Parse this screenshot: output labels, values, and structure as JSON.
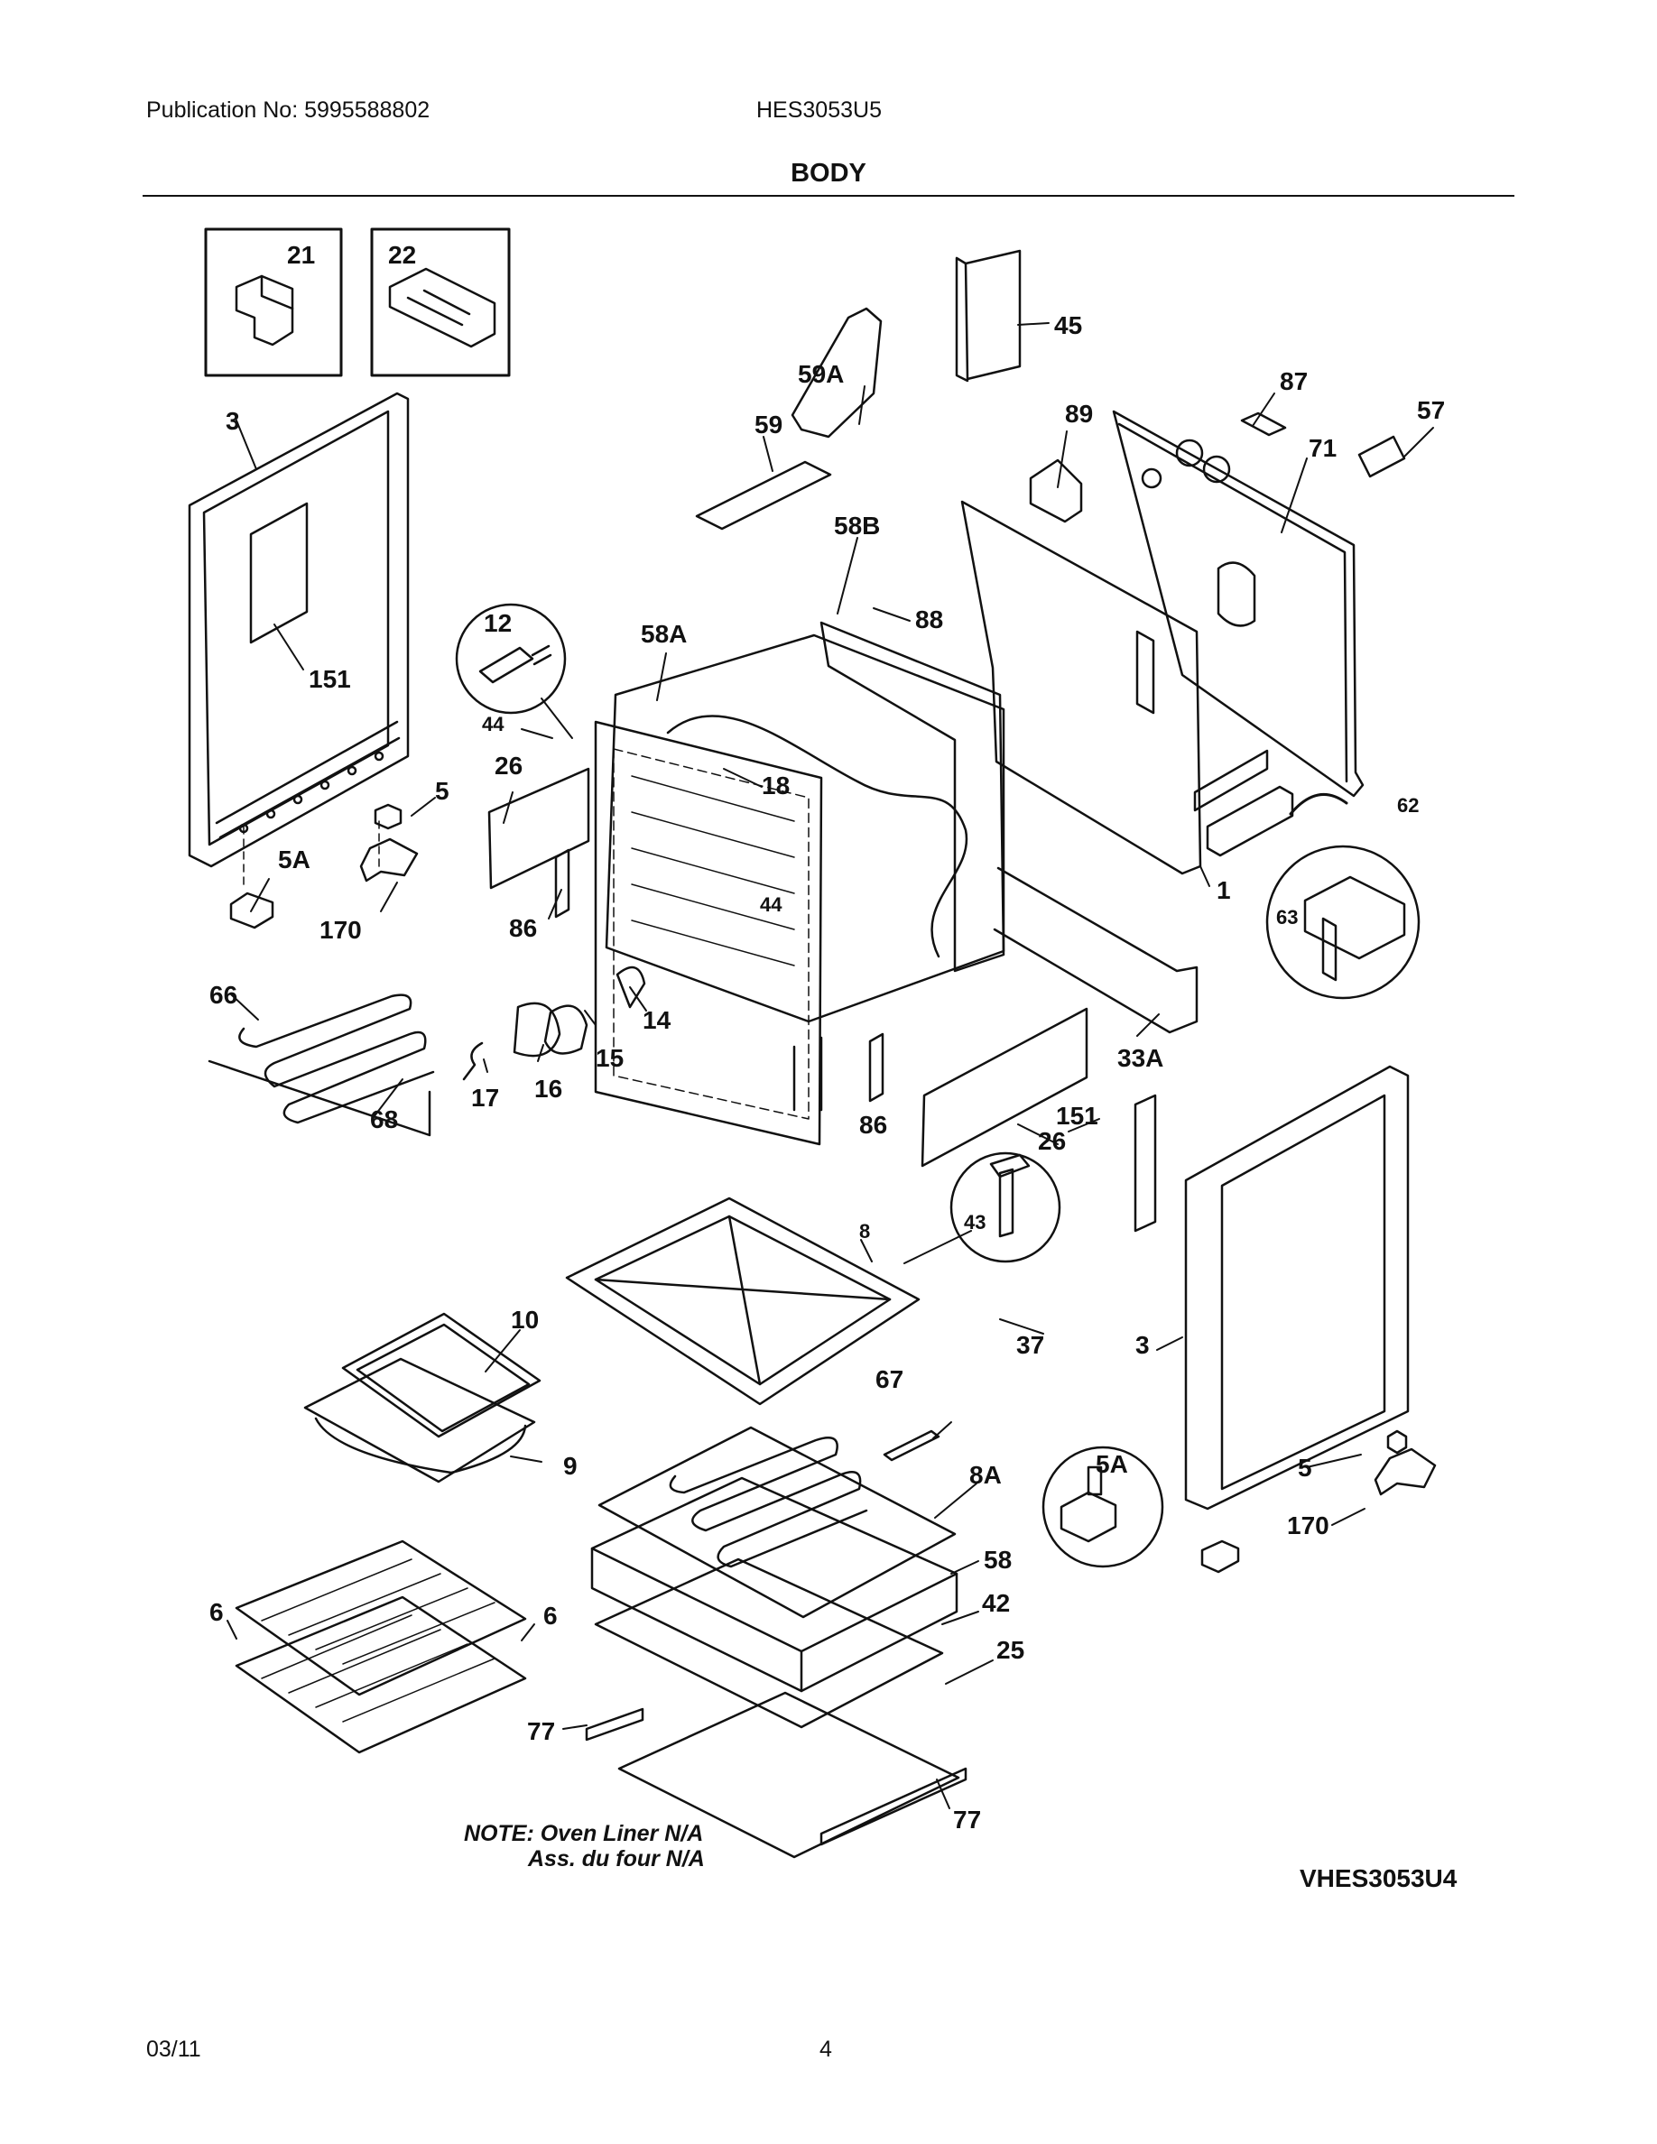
{
  "header": {
    "publication": "Publication No: 5995588802",
    "model": "HES3053U5",
    "section_title": "BODY"
  },
  "note": {
    "line1": "NOTE: Oven Liner N/A",
    "line2": "Ass. du four N/A"
  },
  "drawing_code": "VHES3053U4",
  "footer": {
    "date": "03/11",
    "page": "4"
  },
  "callouts": {
    "c21": "21",
    "c22": "22",
    "c3a": "3",
    "c151a": "151",
    "c5a": "5",
    "c5Aa": "5A",
    "c170a": "170",
    "c45": "45",
    "c59A": "59A",
    "c59": "59",
    "c87": "87",
    "c89": "89",
    "c57": "57",
    "c71": "71",
    "c58B": "58B",
    "c88": "88",
    "c12": "12",
    "c58A": "58A",
    "c44a": "44",
    "c26a": "26",
    "c18": "18",
    "c44b": "44",
    "c86a": "86",
    "c14": "14",
    "c15": "15",
    "c16": "16",
    "c17": "17",
    "c66": "66",
    "c68": "68",
    "c62": "62",
    "c63": "63",
    "c1": "1",
    "c33A": "33A",
    "c86b": "86",
    "c26b": "26",
    "c151b": "151",
    "c43": "43",
    "c8": "8",
    "c37": "37",
    "c3b": "3",
    "c10": "10",
    "c9": "9",
    "c67": "67",
    "c8A": "8A",
    "c5Ab": "5A",
    "c5b": "5",
    "c170b": "170",
    "c58": "58",
    "c42": "42",
    "c25": "25",
    "c6a": "6",
    "c6b": "6",
    "c77a": "77",
    "c77b": "77"
  }
}
